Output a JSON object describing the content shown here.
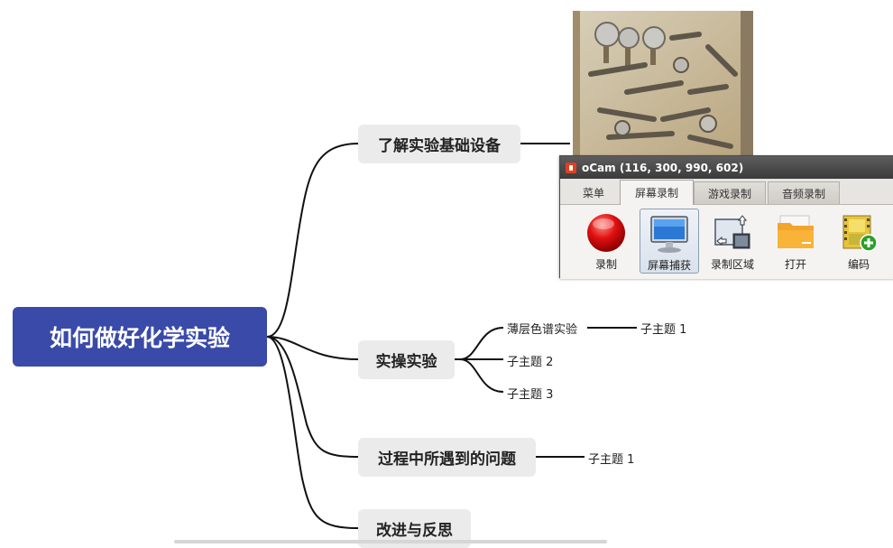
{
  "mindmap": {
    "root": "如何做好化学实验",
    "topics": [
      "了解实验基础设备",
      "实操实验",
      "过程中所遇到的问题",
      "改进与反思"
    ],
    "experiment_subtopics": [
      "薄层色谱实验",
      "子主题 2",
      "子主题 3"
    ],
    "experiment_sub_child": "子主题 1",
    "problem_subtopic": "子主题 1"
  },
  "ocam": {
    "title": "oCam (116, 300, 990, 602)",
    "tabs": [
      "菜单",
      "屏幕录制",
      "游戏录制",
      "音频录制"
    ],
    "active_tab": "屏幕录制",
    "tools": [
      "录制",
      "屏幕捕获",
      "录制区域",
      "打开",
      "编码"
    ],
    "selected_tool": "屏幕捕获"
  },
  "colors": {
    "root_bg": "#3a4aa8",
    "topic_bg": "#ebebeb",
    "connector": "#111111",
    "ocam_title_bg": "#4a4a4a"
  }
}
